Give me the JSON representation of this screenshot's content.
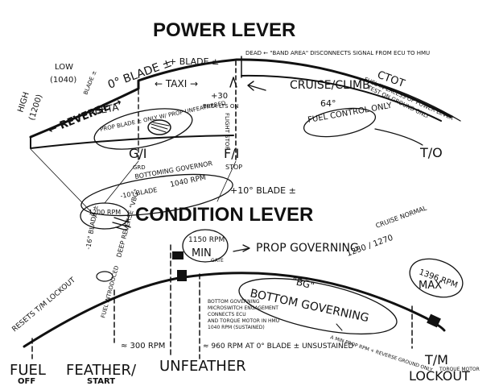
{
  "colors": {
    "ink": "#111111",
    "paper": "#ffffff"
  },
  "power": {
    "title": "POWER LEVER",
    "high": "HIGH",
    "high_rpm": "(1200)",
    "low": "LOW",
    "low_rpm": "(1040)",
    "blade_left": "BLADE ±",
    "zero_blade": "0° BLADE ±",
    "plus_blade": "+ BLADE ±",
    "reverse": "← REVERSE →",
    "taxi": "← TAXI →",
    "beta": "BETA",
    "prop_note": "PROP BLADE ± ONLY W/ PROP UNFEATHERED",
    "plus30": "+30",
    "beta_lts": "BETA LTS ON",
    "flight_stop": "FLIGHT STOP",
    "dead_band": "DEAD ← \"BAND AREA\" DISCONNECTS SIGNAL FROM ECU TO HMU",
    "ctot": "CTOT",
    "fuel_excess": "FUEL IN EXCESS OF POWER LEVER",
    "test_ground": "TEST ON GROUND ONLY",
    "cruise_climb": "CRUISE/CLIMB",
    "deg64": "64°",
    "fuel_control": "FUEL CONTROL ONLY",
    "to": "T/O",
    "gi": "G/I",
    "fi": "F/I",
    "gnd": "GRD",
    "stop": "STOP",
    "bottoming": "BOTTOMING GOVERNOR",
    "rpm1040": "1040 RPM",
    "minus10": "-10° BLADE",
    "plus10": "+10° BLADE ±",
    "rpm1200": "1200 RPM",
    "minus16": "-16° BLADE ±",
    "deep_rev": "DEEP REVERSE \"VBG\""
  },
  "condition": {
    "title": "CONDITION LEVER",
    "min_rpm": "1150 RPM",
    "min": "MIN",
    "gate": "GATE",
    "prop_gov": "PROP GOVERNING",
    "cruise_normal": "CRUISE NORMAL",
    "cruise_values": "1230 / 1270",
    "max_rpm": "1396 RPM",
    "max": "MAX",
    "bg": "\"BG\"",
    "bottom_gov": "BOTTOM GOVERNING",
    "bg_note": "BOTTOM GOVERNING MICROSWITCH ENGAGEMENT CONNECTS ECU AND TORQUE MOTOR IN HMU 1040 RPM (SUSTAINED)",
    "fuel_intro": "FUEL INTRODUCED",
    "resets": "RESETS T/M LOCKOUT",
    "rpm300": "≈ 300 RPM",
    "rpm960": "≈ 960 RPM AT 0° BLADE ± UNSUSTAINED",
    "min_prop": "A MIN PROP RPM + REVERSE GROUND ONLY",
    "fuel": "FUEL",
    "off": "OFF",
    "feather": "FEATHER/",
    "start": "START",
    "unfeather": "UNFEATHER",
    "tm": "T/M",
    "lockout": "LOCKOUT",
    "torque_motor": "TORQUE MOTOR"
  }
}
